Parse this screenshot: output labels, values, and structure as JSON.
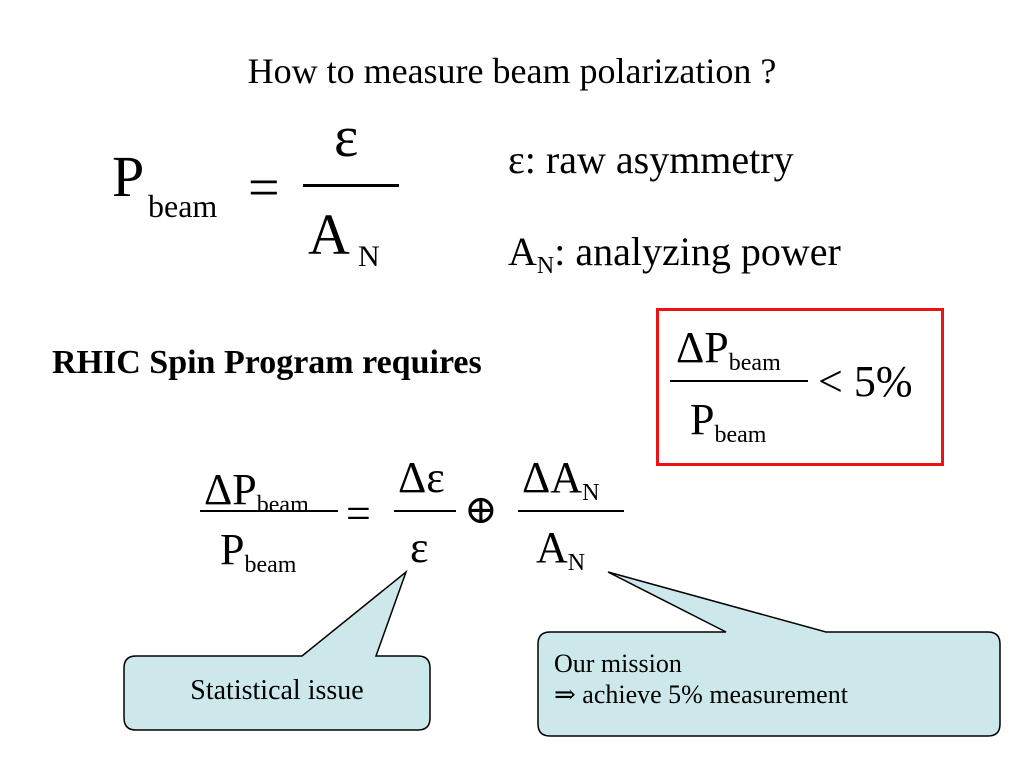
{
  "title": "How to measure beam polarization ?",
  "eq1": {
    "lhs": "P",
    "lhs_sub": "beam",
    "equals": "=",
    "numerator": "ε",
    "denominator": "A",
    "denominator_sub": "N"
  },
  "definitions": {
    "epsilon": "ε: raw asymmetry",
    "an_symbol": "A",
    "an_sub": "N",
    "an_text": ": analyzing power"
  },
  "requires": "RHIC Spin Program requires",
  "requirement": {
    "num_delta": "ΔP",
    "num_sub": "beam",
    "den": "P",
    "den_sub": "beam",
    "relation": "< 5%"
  },
  "eq2": {
    "f1_num": "ΔP",
    "f1_num_sub": "beam",
    "f1_den": "P",
    "f1_den_sub": "beam",
    "equals": "=",
    "f2_num": "Δε",
    "f2_den": "ε",
    "oplus": "⊕",
    "f3_num": "ΔA",
    "f3_num_sub": "N",
    "f3_den": "A",
    "f3_den_sub": "N"
  },
  "callouts": {
    "statistical": "Statistical issue",
    "mission_line1": "Our mission",
    "mission_line2": "⇒ achieve 5% measurement",
    "fill": "#cce8ea",
    "stroke": "#000000"
  },
  "colors": {
    "highlight_box": "#ee1111"
  }
}
